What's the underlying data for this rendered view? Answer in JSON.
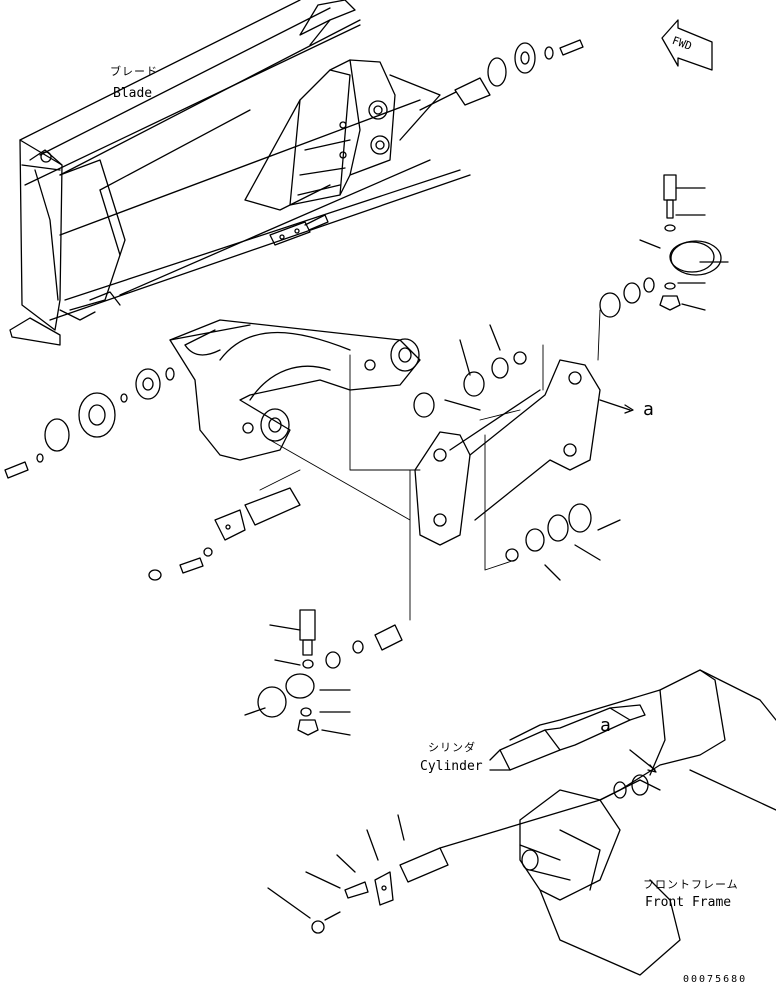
{
  "labels": {
    "blade_jp": "ブレード",
    "blade_en": "Blade",
    "cylinder_jp": "シリンダ",
    "cylinder_en": "Cylinder",
    "front_frame_jp": "フロントフレーム",
    "front_frame_en": "Front Frame",
    "fwd": "FWD",
    "ref_a_1": "a",
    "ref_a_2": "a",
    "drawing_number": "00075680"
  },
  "colors": {
    "line": "#000000",
    "background": "#ffffff"
  }
}
